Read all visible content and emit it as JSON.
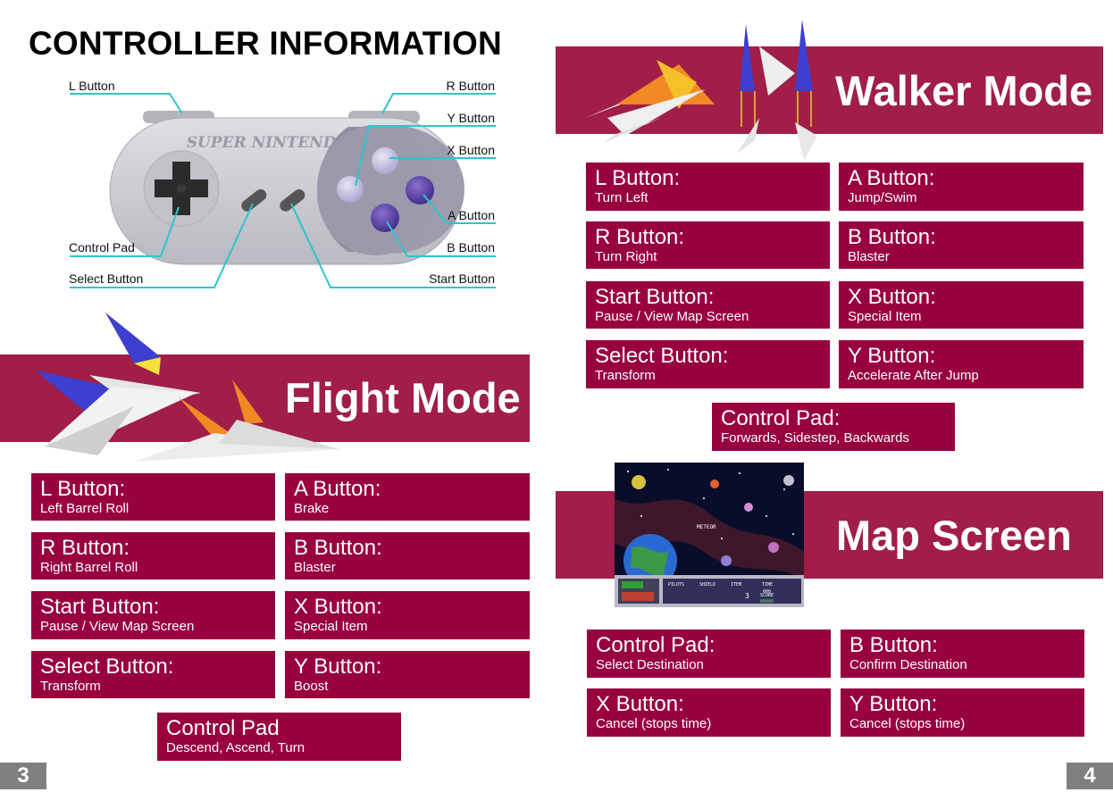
{
  "page_title": "CONTROLLER INFORMATION",
  "controller": {
    "logo": "SUPER NINTENDO",
    "labels": {
      "l_button": "L Button",
      "r_button": "R Button",
      "y_button": "Y Button",
      "x_button": "X Button",
      "a_button": "A Button",
      "b_button": "B Button",
      "control_pad": "Control Pad",
      "select_button": "Select Button",
      "start_button": "Start Button"
    },
    "colors": {
      "body": "#c9c9cf",
      "face_buttons": "#5a3f9e",
      "xy_buttons": "#c4bfe0",
      "leader_lines": "#2ec4cf"
    }
  },
  "flight": {
    "heading": "Flight Mode",
    "boxes": [
      {
        "title": "L Button:",
        "desc": "Left Barrel Roll"
      },
      {
        "title": "A Button:",
        "desc": "Brake"
      },
      {
        "title": "R Button:",
        "desc": "Right Barrel Roll"
      },
      {
        "title": "B Button:",
        "desc": "Blaster"
      },
      {
        "title": "Start Button:",
        "desc": "Pause / View Map Screen"
      },
      {
        "title": "X Button:",
        "desc": "Special Item"
      },
      {
        "title": "Select Button:",
        "desc": "Transform"
      },
      {
        "title": "Y Button:",
        "desc": "Boost"
      },
      {
        "title": "Control Pad",
        "desc": "Descend, Ascend, Turn"
      }
    ]
  },
  "walker": {
    "heading": "Walker Mode",
    "boxes": [
      {
        "title": "L Button:",
        "desc": "Turn Left"
      },
      {
        "title": "A Button:",
        "desc": "Jump/Swim"
      },
      {
        "title": "R Button:",
        "desc": "Turn Right"
      },
      {
        "title": "B Button:",
        "desc": "Blaster"
      },
      {
        "title": "Start Button:",
        "desc": "Pause / View Map Screen"
      },
      {
        "title": "X Button:",
        "desc": "Special Item"
      },
      {
        "title": "Select Button:",
        "desc": "Transform"
      },
      {
        "title": "Y Button:",
        "desc": "Accelerate After Jump"
      },
      {
        "title": "Control Pad:",
        "desc": "Forwards, Sidestep, Backwards"
      }
    ]
  },
  "map": {
    "heading": "Map Screen",
    "screenshot_text": {
      "meteor": "METEOR",
      "pilots": "PILOTS",
      "shield": "SHIELD",
      "item": "ITEM",
      "time": "TIME",
      "score": "SCORE",
      "time_value": "000",
      "score_value": "00000",
      "item_count": "3"
    },
    "boxes": [
      {
        "title": "Control Pad:",
        "desc": "Select Destination"
      },
      {
        "title": "B Button:",
        "desc": "Confirm Destination"
      },
      {
        "title": "X Button:",
        "desc": "Cancel (stops time)"
      },
      {
        "title": "Y Button:",
        "desc": "Cancel (stops time)"
      }
    ]
  },
  "page_numbers": {
    "left": "3",
    "right": "4"
  },
  "colors": {
    "banner": "#a01e47",
    "box": "#98003f",
    "page_number_bg": "#7f7f7f"
  }
}
